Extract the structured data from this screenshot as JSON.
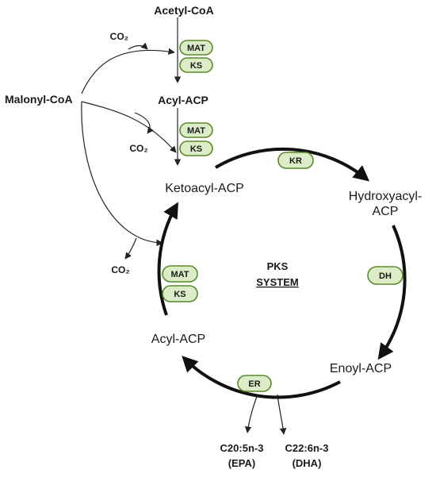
{
  "metabolites": {
    "acetyl_coa": "Acetyl-CoA",
    "malonyl_coa": "Malonyl-CoA",
    "acyl_acp_top": "Acyl-ACP",
    "ketoacyl_acp": "Ketoacyl-ACP",
    "hydroxyacyl_line1": "Hydroxyacyl-",
    "hydroxyacyl_line2": "ACP",
    "enoyl_acp": "Enoyl-ACP",
    "acyl_acp_left": "Acyl-ACP",
    "co2_1": "CO₂",
    "co2_2": "CO₂",
    "co2_3": "CO₂"
  },
  "center": {
    "line1": "PKS",
    "line2": "SYSTEM"
  },
  "enzymes": {
    "mat_1": "MAT",
    "ks_1": "KS",
    "mat_2": "MAT",
    "ks_2": "KS",
    "kr": "KR",
    "dh": "DH",
    "er": "ER",
    "mat_3": "MAT",
    "ks_3": "KS"
  },
  "products": {
    "epa_line1": "C20:5n-3",
    "epa_line2": "(EPA)",
    "dha_line1": "C22:6n-3",
    "dha_line2": "(DHA)"
  },
  "colors": {
    "pill_fill": "#dcecc6",
    "pill_border": "#5a8a2c"
  }
}
